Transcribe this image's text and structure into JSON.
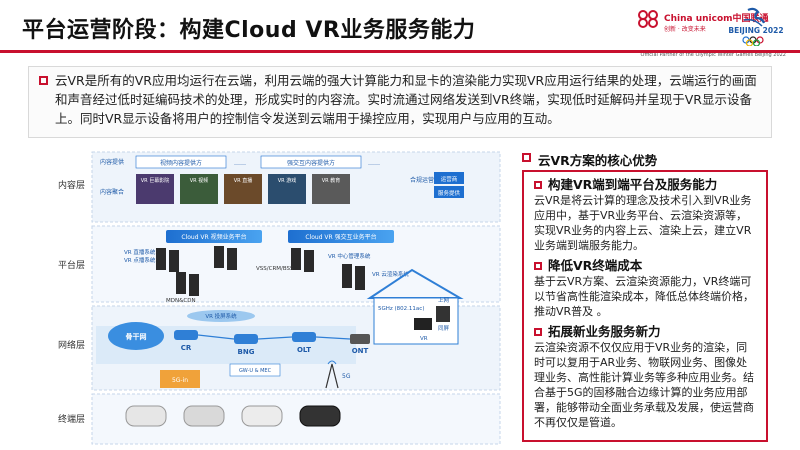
{
  "title": "平台运营阶段：构建Cloud VR业务服务能力",
  "logo": {
    "unicom_name": "China unicom中国联通",
    "unicom_sub": "创新 · 改变未来",
    "beijing_text": "BEIJING 2022"
  },
  "official_partner": "Official Partner of the Olympic Winter Games Beijing 2022",
  "intro": "云VR是所有的VR应用均运行在云端，利用云端的强大计算能力和显卡的渲染能力实现VR应用运行结果的处理，云端运行的画面和声音经过低时延编码技术的处理，形成实时的内容流。实时流通过网络发送到VR终端，实现低时延解码并呈现于VR显示设备上。同时VR显示设备将用户的控制信令发送到云端用于操控应用，实现用户与应用的互动。",
  "diagram": {
    "layers": [
      "内容层",
      "平台层",
      "网络层",
      "终端层"
    ],
    "content_provider_label": "内容提供",
    "content_aggregate_label": "内容聚合",
    "provider_video": "视频内容提供方",
    "provider_interactive": "强交互内容提供方",
    "dots": "……",
    "tiles": [
      "VR 巨幕影院",
      "VR 视频",
      "VR 直播",
      "VR 游戏",
      "VR 教育"
    ],
    "ops_label": "合规运营",
    "ops_items": [
      "运营商",
      "服务提供"
    ],
    "platform_video": "Cloud VR 视频业务平台",
    "platform_interactive": "Cloud VR 强交互业务平台",
    "vr_live": "VR 直播系统",
    "vr_demand": "VR 点播系统",
    "vss": "VSS/CRM/BSS",
    "vr_center": "VR 中心管理系统",
    "vr_cloud": "VR 云渲染系统",
    "mdn": "MDN&CDN",
    "vr_delivery": "VR 投屏系统",
    "backbone": "骨干网",
    "cr": "CR",
    "bng": "BNG",
    "olt": "OLT",
    "ont": "ONT",
    "wifi": "5GHz\n(802.11ac)",
    "internet": "上网",
    "vr_home": "VR",
    "iptv": "同屏",
    "gw": "GW-U & MEC",
    "five_g": "5G",
    "five_g_in": "5G-in"
  },
  "advantages": {
    "heading": "云VR方案的核心优势",
    "items": [
      {
        "title": "构建VR端到端平台及服务能力",
        "body": "云VR是将云计算的理念及技术引入到VR业务应用中，基于VR业务平台、云渲染资源等，实现VR业务的内容上云、渲染上云，建立VR业务端到端服务能力。"
      },
      {
        "title": "降低VR终端成本",
        "body": "基于云VR方案、云渲染资源能力，VR终端可以节省高性能渲染成本，降低总体终端价格，推动VR普及 。"
      },
      {
        "title": "拓展新业务服务新力",
        "body": "云渲染资源不仅仅应用于VR业务的渲染，同时可以复用于AR业务、物联网业务、图像处理业务、高性能计算业务等多种应用业务。结合基于5G的固移融合边缘计算的业务应用部署，能够带动全面业务承载及发展，使运营商不再仅仅是管道。"
      }
    ]
  },
  "colors": {
    "accent_red": "#c8102e",
    "diagram_blue": "#2f7fd6",
    "diagram_light": "#e8f2fc"
  }
}
